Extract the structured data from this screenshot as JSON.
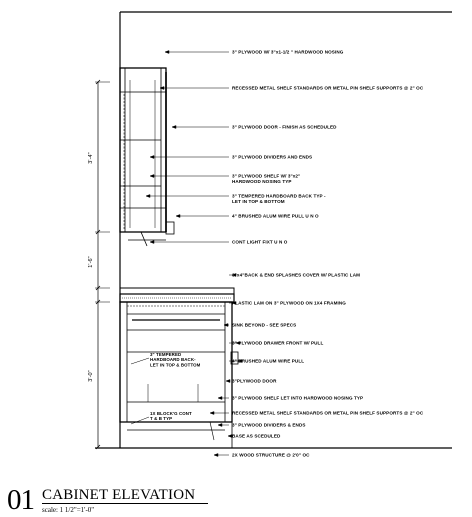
{
  "title": {
    "number": "01",
    "name": "CABINET ELEVATION",
    "scale": "scale: 1 1/2\"=1'-0\""
  },
  "dimensions": [
    "3'-4\"",
    "1'-6\"",
    "3'-0\""
  ],
  "inline_notes": {
    "tempered_back": [
      "3\" TEMPERED",
      "HARDBOARD BACK-",
      "LET IN TOP & BOTTOM"
    ],
    "blocking": [
      "1X BLOCK'G CONT",
      "T & B TYP"
    ]
  },
  "notes": [
    [
      "3\" PLYWOOD W/ 3\"x1-1/2 \" HARDWOOD NOSING"
    ],
    [
      "RECESSED METAL SHELF STANDARDS OR METAL PIN SHELF SUPPORTS @ 2\" OC"
    ],
    [
      "3\" PLYWOOD DOOR - FINISH AS SCHEDULED"
    ],
    [
      "3\" PLYWOOD DIVIDERS AND ENDS"
    ],
    [
      "3\" PLYWOOD SHELF W/ 3\"x2\"",
      "HARDWOOD NOSING TYP"
    ],
    [
      "3\" TEMPERED HARDBOARD BACK TYP -",
      "LET IN TOP & BOTTOM"
    ],
    [
      "4\" BRUSHED ALUM WIRE PULL  U N O"
    ],
    [
      "CONT LIGHT FIXT U N O"
    ],
    [
      "3\"x4\"BACK & END SPLASHES COVER W/ PLASTIC LAM"
    ],
    [
      "PLASTIC LAM ON 3\" PLYWOOD ON 1X4 FRAMING"
    ],
    [
      "SINK BEYOND - SEE SPECS"
    ],
    [
      "3\" PLYWOOD DRAWER FRONT W/ PULL"
    ],
    [
      "4\" BRUSHED ALUM WIRE PULL"
    ],
    [
      "3\"PLYWOOD DOOR"
    ],
    [
      "3\" PLYWOOD SHELF LET INTO HARDWOOD NOSING TYP"
    ],
    [
      "RECESSED METAL SHELF STANDARDS OR METAL PIN SHELF SUPPORTS @ 2\" OC"
    ],
    [
      "3\" PLYWOOD DIVIDERS & ENDS"
    ],
    [
      "BASE AS SCEDULED"
    ],
    [
      "2X WOOD STRUCTURE @ 2'0\" OC"
    ]
  ]
}
